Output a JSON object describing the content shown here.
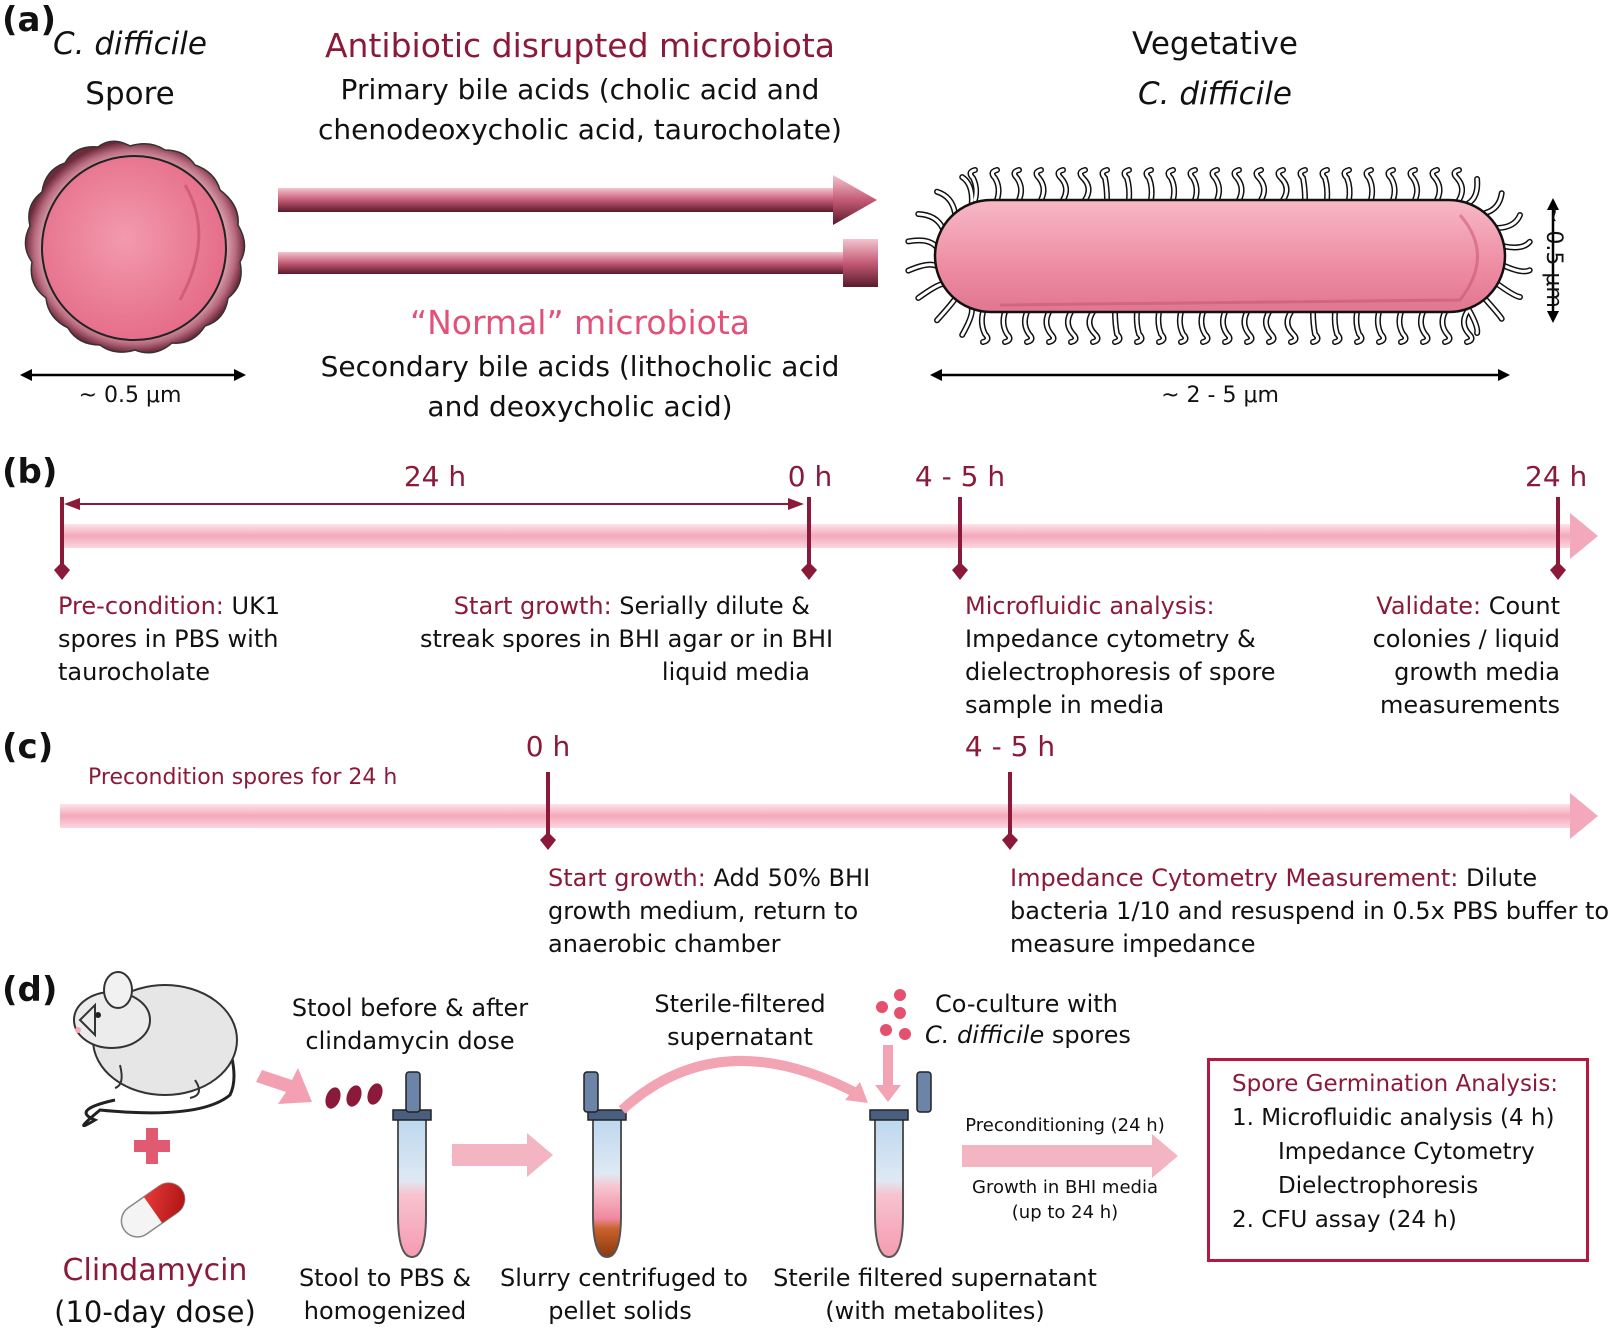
{
  "panel_a": {
    "label": "(a)",
    "spore_title_italic": "C. difficile",
    "spore_title_2": "Spore",
    "spore_size": "~ 0.5 μm",
    "antibiotic_title": "Antibiotic disrupted microbiota",
    "primary_bold": "Primary bile acids",
    "primary_rest": " (cholic acid and",
    "primary_line2": "chenodeoxycholic acid, taurocholate)",
    "normal_title": "“Normal” microbiota",
    "secondary_bold": "Secondary bile acids",
    "secondary_rest": " (lithocholic acid",
    "secondary_line2": "and deoxycholic acid)",
    "vegetative_1": "Vegetative",
    "vegetative_2": "C. difficile",
    "rod_length": "~ 2 - 5 μm",
    "rod_width": "~ 0.5 μm"
  },
  "panel_b": {
    "label": "(b)",
    "t_24h_span": "24 h",
    "t_0h": "0 h",
    "t_4_5h": "4 - 5 h",
    "t_24h_end": "24 h",
    "precondition_head": "Pre-condition:",
    "precondition_1": " UK1",
    "precondition_2": "spores in PBS with",
    "precondition_3": "taurocholate",
    "start_head": "Start growth:",
    "start_1": " Serially dilute &",
    "start_2": "streak spores in BHI agar or in BHI",
    "start_3": "liquid media",
    "micro_head": "Microfluidic analysis:",
    "micro_1": "Impedance cytometry &",
    "micro_2": "dielectrophoresis of spore",
    "micro_3": "sample in media",
    "validate_head": "Validate:",
    "validate_1": " Count",
    "validate_2": "colonies / liquid",
    "validate_3": "growth media",
    "validate_4": "measurements"
  },
  "panel_c": {
    "label": "(c)",
    "precondition": "Precondition spores for 24 h",
    "t_0h": "0 h",
    "t_4_5h": "4 - 5 h",
    "start_head": "Start growth:",
    "start_1": " Add 50% BHI",
    "start_2": "growth medium, return to",
    "start_3": "anaerobic chamber",
    "imp_head": "Impedance Cytometry Measurement:",
    "imp_1": " Dilute",
    "imp_2": "bacteria 1/10 and resuspend in 0.5x PBS buffer to",
    "imp_3": "measure impedance"
  },
  "panel_d": {
    "label": "(d)",
    "clindamycin": "Clindamycin",
    "dose": "(10-day dose)",
    "stool_before_1": "Stool before & after",
    "stool_before_2": "clindamycin dose",
    "stool_pbs_1": "Stool to PBS &",
    "stool_pbs_2": "homogenized",
    "sterile_top_1": "Sterile-filtered",
    "sterile_top_2": "supernatant",
    "slurry_1": "Slurry centrifuged to",
    "slurry_2": "pellet solids",
    "coculture_1": "Co-culture with",
    "coculture_2_italic": "C. difficile",
    "coculture_2_rest": " spores",
    "sterile_bottom_1": "Sterile filtered supernatant",
    "sterile_bottom_2": "(with metabolites)",
    "precond_arrow": "Preconditioning (24 h)",
    "growth_1": "Growth in BHI media",
    "growth_2": "(up to 24 h)",
    "box_title": "Spore Germination Analysis:",
    "box_1": "1. Microfluidic analysis (4 h)",
    "box_2": "Impedance Cytometry",
    "box_3": "Dielectrophoresis",
    "box_4": "2. CFU assay (24 h)"
  },
  "colors": {
    "maroon": "#8b1a3a",
    "pink": "#e0527a",
    "light_pink": "#f6c6d2"
  }
}
